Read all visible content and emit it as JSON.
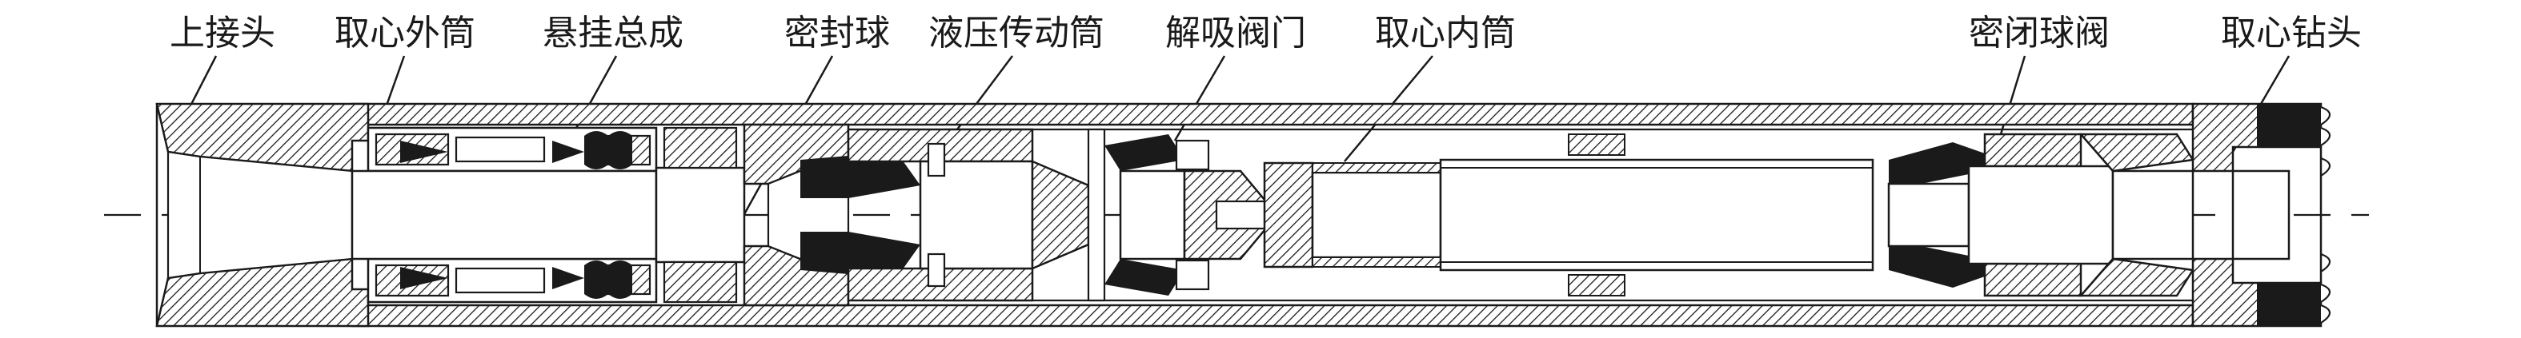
{
  "labels": {
    "top_sub": "上接头",
    "outer_barrel": "取心外筒",
    "hanger": "悬挂总成",
    "seal_ball": "密封球",
    "hydraulic_barrel": "液压传动筒",
    "release_valve": "解吸阀门",
    "inner_barrel": "取心内筒",
    "closed_ball_valve": "密闭球阀",
    "core_bit": "取心钻头"
  },
  "colors": {
    "line": "#1a1a1a",
    "hatch": "#1a1a1a",
    "solid": "#1a1a1a",
    "background": "#ffffff"
  }
}
